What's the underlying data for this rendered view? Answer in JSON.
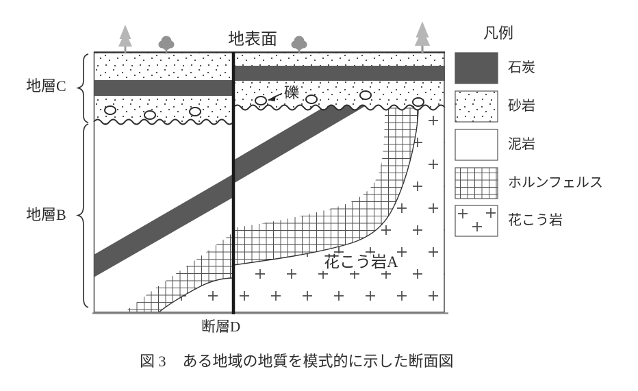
{
  "diagram": {
    "surface_label": "地表面",
    "stratum_c_label": "地層C",
    "stratum_b_label": "地層B",
    "fault_label": "断層D",
    "gravel_label": "礫",
    "granite_body_label": "花こう岩A"
  },
  "legend": {
    "title": "凡例",
    "items": [
      {
        "label": "石炭",
        "swatch": "solid-dark-fill"
      },
      {
        "label": "砂岩",
        "swatch": "dotted-pattern"
      },
      {
        "label": "泥岩",
        "swatch": "plain-white"
      },
      {
        "label": "ホルンフェルス",
        "swatch": "grid-pattern"
      },
      {
        "label": "花こう岩",
        "swatch": "plus-pattern"
      }
    ]
  },
  "caption": {
    "number": "図 3",
    "text": "ある地域の地質を模式的に示した断面図"
  },
  "colors": {
    "coal": "#595959",
    "outline": "#2b2b2b",
    "border_gray": "#8a8a8a",
    "text": "#2c2c2c",
    "tree_pine": "#b6b6b6",
    "tree_round": "#929292",
    "background": "#ffffff"
  }
}
